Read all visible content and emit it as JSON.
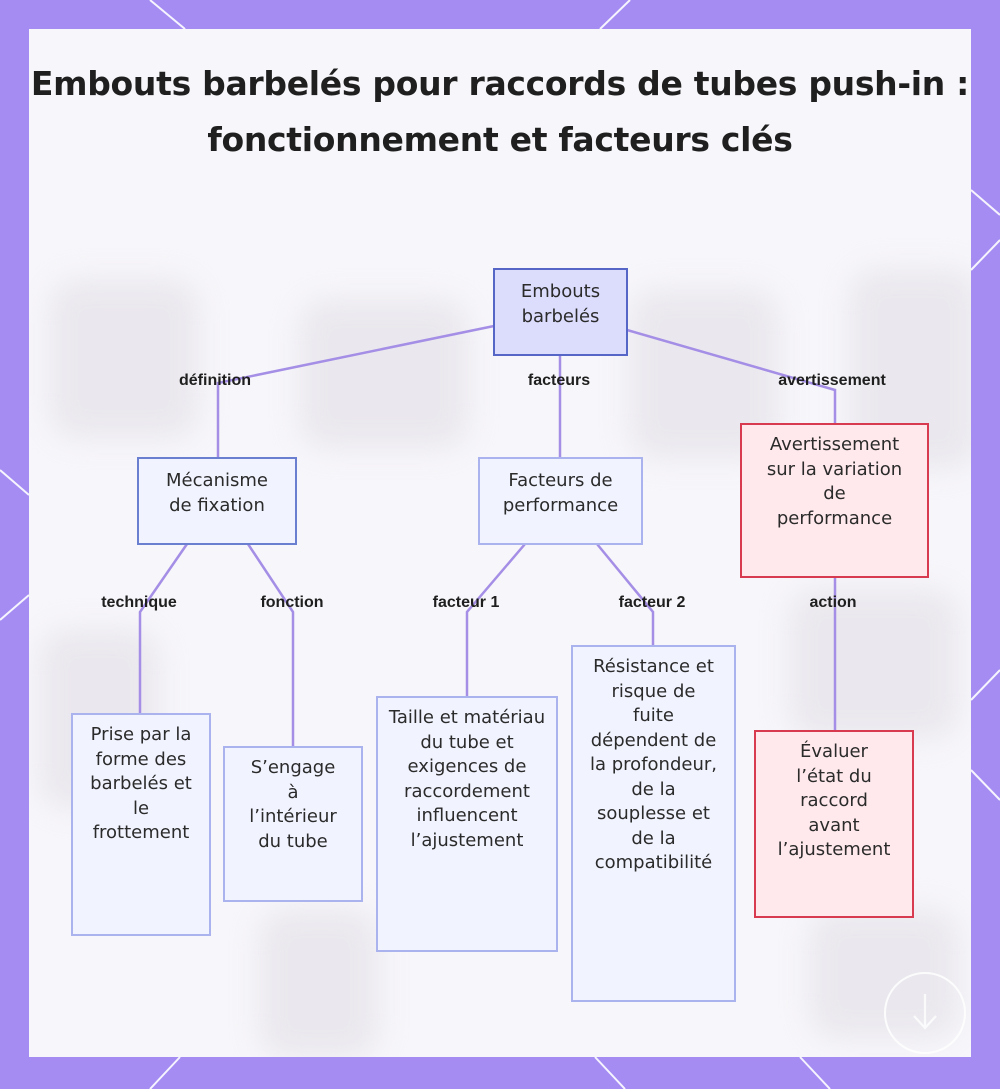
{
  "title": "Embouts barbelés pour raccords de tubes push-in : fonctionnement et facteurs clés",
  "colors": {
    "frame": "#a48cf2",
    "panel": "#f7f6fa",
    "connector": "#a48ee6",
    "node_fill": "#f1f3ff",
    "node_border": "#aab3ee",
    "root_fill": "#dcdcfd",
    "root_border": "#5566c6",
    "warning_fill": "#ffe9ec",
    "warning_border": "#d83b50"
  },
  "nodes": {
    "root": "Embouts barbelés",
    "mechanism": "Mécanisme de fixation",
    "performance": "Facteurs de performance",
    "warning": "Avertissement sur la variation de performance",
    "grip": "Prise par la forme des barbelés et le frottement",
    "engage": "S’engage à l’intérieur du tube",
    "size": "Taille et matériau du tube et exigences de raccordement influencent l’ajustement",
    "resistance": "Résistance et risque de fuite dépendent de la profondeur, de la souplesse et de la compatibilité",
    "evaluate": "Évaluer l’état du raccord avant l’ajustement"
  },
  "edges": {
    "definition": "définition",
    "factors": "facteurs",
    "warning": "avertissement",
    "technique": "technique",
    "function": "fonction",
    "factor1": "facteur 1",
    "factor2": "facteur 2",
    "action": "action"
  },
  "icons": {
    "badge": "download-arrow-icon"
  }
}
